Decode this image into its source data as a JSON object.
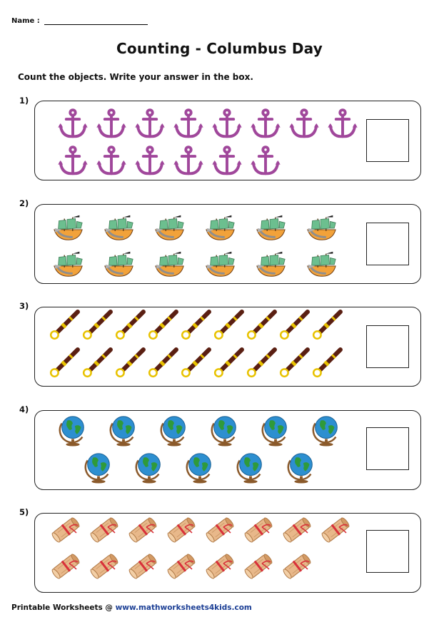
{
  "header": {
    "name_label": "Name :",
    "title": "Counting - Columbus Day",
    "instructions": "Count the objects. Write your answer in the box."
  },
  "questions": [
    {
      "number": "1)",
      "object": "anchor-icon",
      "count": 14,
      "color": "#a0479b"
    },
    {
      "number": "2)",
      "object": "ship-icon",
      "count": 12,
      "color": "#6cbf8f"
    },
    {
      "number": "3)",
      "object": "telescope-icon",
      "count": 18,
      "color": "#5a1f12"
    },
    {
      "number": "4)",
      "object": "globe-icon",
      "count": 11,
      "color": "#2d8fd0"
    },
    {
      "number": "5)",
      "object": "scroll-icon",
      "count": 15,
      "color": "#e8b88a"
    }
  ],
  "footer": {
    "label": "Printable Worksheets @ ",
    "site": "www.mathworksheets4kids.com"
  }
}
